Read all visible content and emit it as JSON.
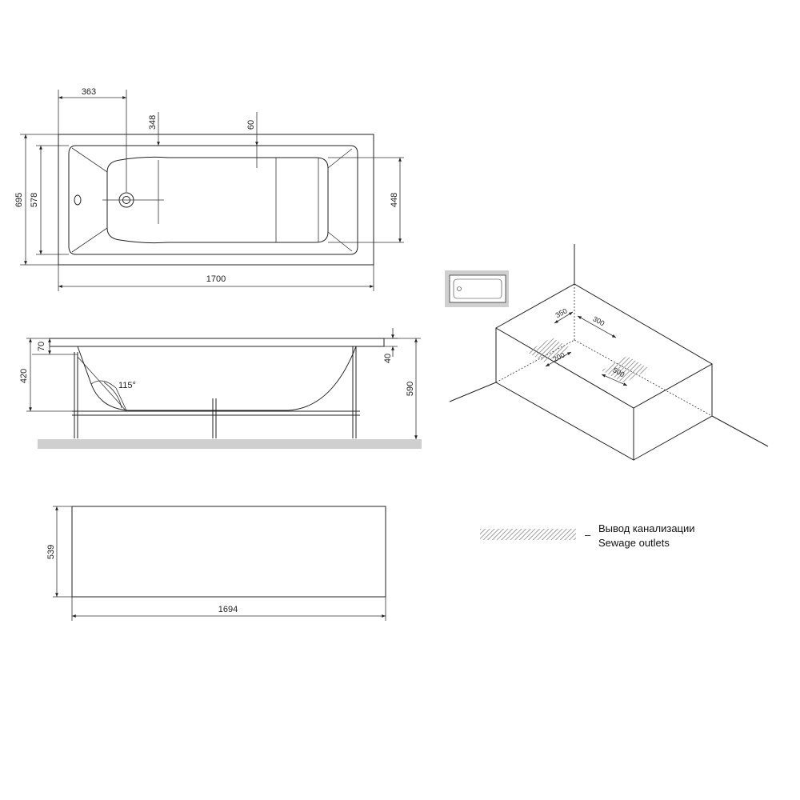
{
  "top_view": {
    "dim_drain_offset": "363",
    "dim_drain_axis": "348",
    "dim_rim_offset": "60",
    "dim_total_width": "695",
    "dim_inner_width": "578",
    "dim_bottom_width": "448",
    "dim_total_length": "1700"
  },
  "side_view": {
    "dim_rim_height": "70",
    "dim_body_height": "420",
    "dim_rim_thickness": "40",
    "dim_total_height": "590",
    "dim_back_angle": "115°"
  },
  "front_panel": {
    "dim_panel_height": "539",
    "dim_panel_length": "1694"
  },
  "installation": {
    "dim_outlet_a_offset": "350",
    "dim_outlet_b_offset": "300",
    "dim_outlet_a_size": "200",
    "dim_outlet_b_size": "500"
  },
  "legend": {
    "dash": "–",
    "label_ru": "Вывод канализации",
    "label_en": "Sewage outlets"
  }
}
